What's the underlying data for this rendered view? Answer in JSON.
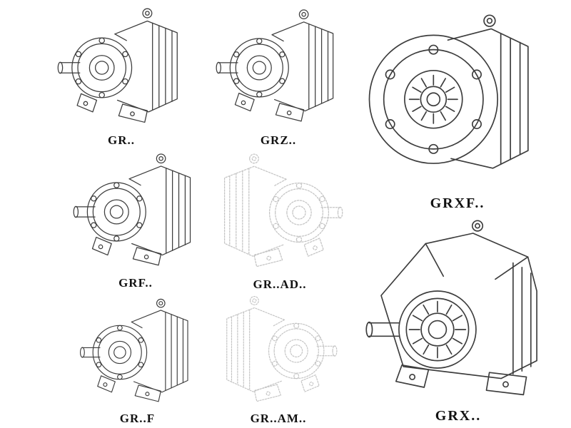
{
  "page": {
    "type": "gear-reducer-catalog-sheet",
    "background_color": "#ffffff",
    "line_color": "#3d3d3d",
    "ghost_line_color": "#c4c4c4",
    "label_color": "#121212"
  },
  "models": [
    {
      "id": "gr",
      "label": "GR..",
      "drawing": "helical-gear-reducer-foot-mounted",
      "line_style": "solid"
    },
    {
      "id": "grz",
      "label": "GRZ..",
      "drawing": "helical-gear-reducer-foot-mounted",
      "line_style": "solid"
    },
    {
      "id": "grxf",
      "label": "GRXF..",
      "drawing": "helical-gear-reducer-flange-mounted",
      "line_style": "solid"
    },
    {
      "id": "grf",
      "label": "GRF..",
      "drawing": "helical-gear-reducer-flange-foot",
      "line_style": "solid"
    },
    {
      "id": "gr-ad",
      "label": "GR..AD..",
      "drawing": "helical-gear-reducer-input-adapter",
      "line_style": "ghost-dashed"
    },
    {
      "id": "gr-f",
      "label": "GR..F",
      "drawing": "helical-gear-reducer-foot-mounted",
      "line_style": "solid"
    },
    {
      "id": "gr-am",
      "label": "GR..AM..",
      "drawing": "helical-gear-reducer-motor-adapter",
      "line_style": "ghost-dashed"
    },
    {
      "id": "grx",
      "label": "GRX..",
      "drawing": "helical-gear-reducer-large-frame",
      "line_style": "solid"
    }
  ]
}
